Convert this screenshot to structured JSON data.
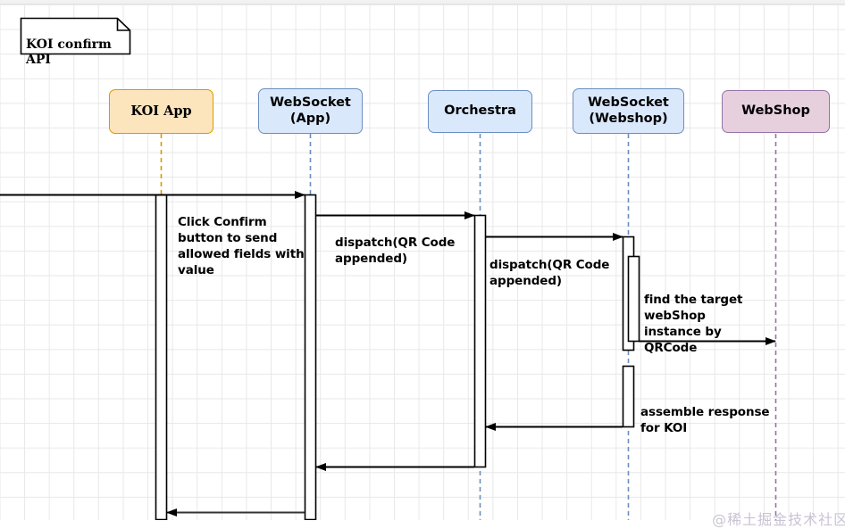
{
  "diagram": {
    "title_note": "KOI confirm\nAPI",
    "watermark": "@稀土掘金技术社区",
    "participants": [
      {
        "id": "koi-app",
        "label": "KOI App",
        "fill": "#fce4bd",
        "stroke": "#d79b00",
        "lifeline_color": "#d79b00"
      },
      {
        "id": "websocket-app",
        "label": "WebSocket\n(App)",
        "fill": "#dae8fc",
        "stroke": "#6c8ebf",
        "lifeline_color": "#6c8ebf"
      },
      {
        "id": "orchestra",
        "label": "Orchestra",
        "fill": "#dae8fc",
        "stroke": "#6c8ebf",
        "lifeline_color": "#6c8ebf"
      },
      {
        "id": "websocket-webshop",
        "label": "WebSocket\n(Webshop)",
        "fill": "#dae8fc",
        "stroke": "#6c8ebf",
        "lifeline_color": "#6c8ebf"
      },
      {
        "id": "webshop",
        "label": "WebShop",
        "fill": "#e6d0de",
        "stroke": "#9673a6",
        "lifeline_color": "#9673a6"
      }
    ],
    "messages": [
      {
        "id": "m1",
        "label": "Click Confirm\nbutton to send\nallowed fields with\nvalue",
        "from": "koi-app",
        "to": "websocket-app",
        "direction": "right"
      },
      {
        "id": "m2",
        "label": "dispatch(QR Code\nappended)",
        "from": "websocket-app",
        "to": "orchestra",
        "direction": "right"
      },
      {
        "id": "m3",
        "label": "dispatch(QR Code\nappended)",
        "from": "orchestra",
        "to": "websocket-webshop",
        "direction": "right"
      },
      {
        "id": "m4",
        "label": "find the target\nwebShop\ninstance by\nQRCode",
        "from": "websocket-webshop",
        "to": "webshop",
        "direction": "right"
      },
      {
        "id": "m5",
        "label": "assemble response\nfor KOI",
        "from": "websocket-webshop",
        "to": "orchestra",
        "direction": "left"
      },
      {
        "id": "m6",
        "label": "",
        "from": "orchestra",
        "to": "websocket-app",
        "direction": "left"
      },
      {
        "id": "m7",
        "label": "",
        "from": "websocket-app",
        "to": "koi-app",
        "direction": "left"
      }
    ]
  }
}
